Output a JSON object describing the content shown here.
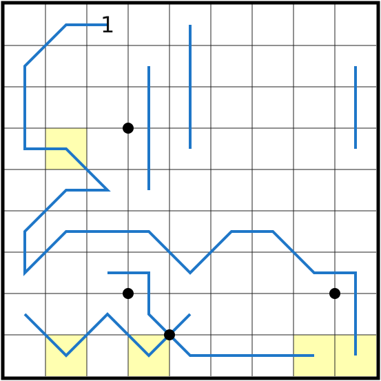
{
  "puzzle": {
    "rows": 9,
    "cols": 9,
    "colors": {
      "background": "#ffffff",
      "grid": "#222222",
      "border": "#000000",
      "path": "#1f77c8",
      "highlight": "#ffffb0",
      "dot": "#000000"
    },
    "clues": [
      {
        "text": "1",
        "col": 2.5,
        "row": 0.5
      }
    ],
    "highlights": [
      {
        "col": 1,
        "row": 3
      },
      {
        "col": 1,
        "row": 8
      },
      {
        "col": 3,
        "row": 8
      },
      {
        "col": 7,
        "row": 8
      },
      {
        "col": 8,
        "row": 8
      }
    ],
    "dots": [
      {
        "col": 3,
        "row": 3
      },
      {
        "col": 3,
        "row": 7
      },
      {
        "col": 4,
        "row": 8
      },
      {
        "col": 8,
        "row": 7
      }
    ],
    "paths": [
      [
        [
          2.5,
          0.5
        ],
        [
          1.5,
          0.5
        ],
        [
          0.5,
          1.5
        ],
        [
          0.5,
          3.5
        ],
        [
          1.5,
          3.5
        ],
        [
          2.5,
          4.5
        ],
        [
          1.5,
          4.5
        ],
        [
          0.5,
          5.5
        ],
        [
          0.5,
          6.5
        ],
        [
          1.5,
          5.5
        ],
        [
          3.5,
          5.5
        ],
        [
          4.5,
          6.5
        ],
        [
          5.5,
          5.5
        ],
        [
          6.5,
          5.5
        ],
        [
          7.5,
          6.5
        ],
        [
          8.5,
          6.5
        ],
        [
          8.5,
          8.5
        ]
      ],
      [
        [
          4.5,
          0.5
        ],
        [
          4.5,
          3.5
        ]
      ],
      [
        [
          3.5,
          1.5
        ],
        [
          3.5,
          4.5
        ]
      ],
      [
        [
          8.5,
          1.5
        ],
        [
          8.5,
          3.5
        ]
      ],
      [
        [
          0.5,
          7.5
        ],
        [
          1.5,
          8.5
        ],
        [
          2.5,
          7.5
        ],
        [
          3.5,
          8.5
        ],
        [
          4.5,
          7.5
        ]
      ],
      [
        [
          2.5,
          6.5
        ],
        [
          3.5,
          6.5
        ],
        [
          3.5,
          7.5
        ],
        [
          4.5,
          8.5
        ],
        [
          7.5,
          8.5
        ]
      ]
    ]
  }
}
